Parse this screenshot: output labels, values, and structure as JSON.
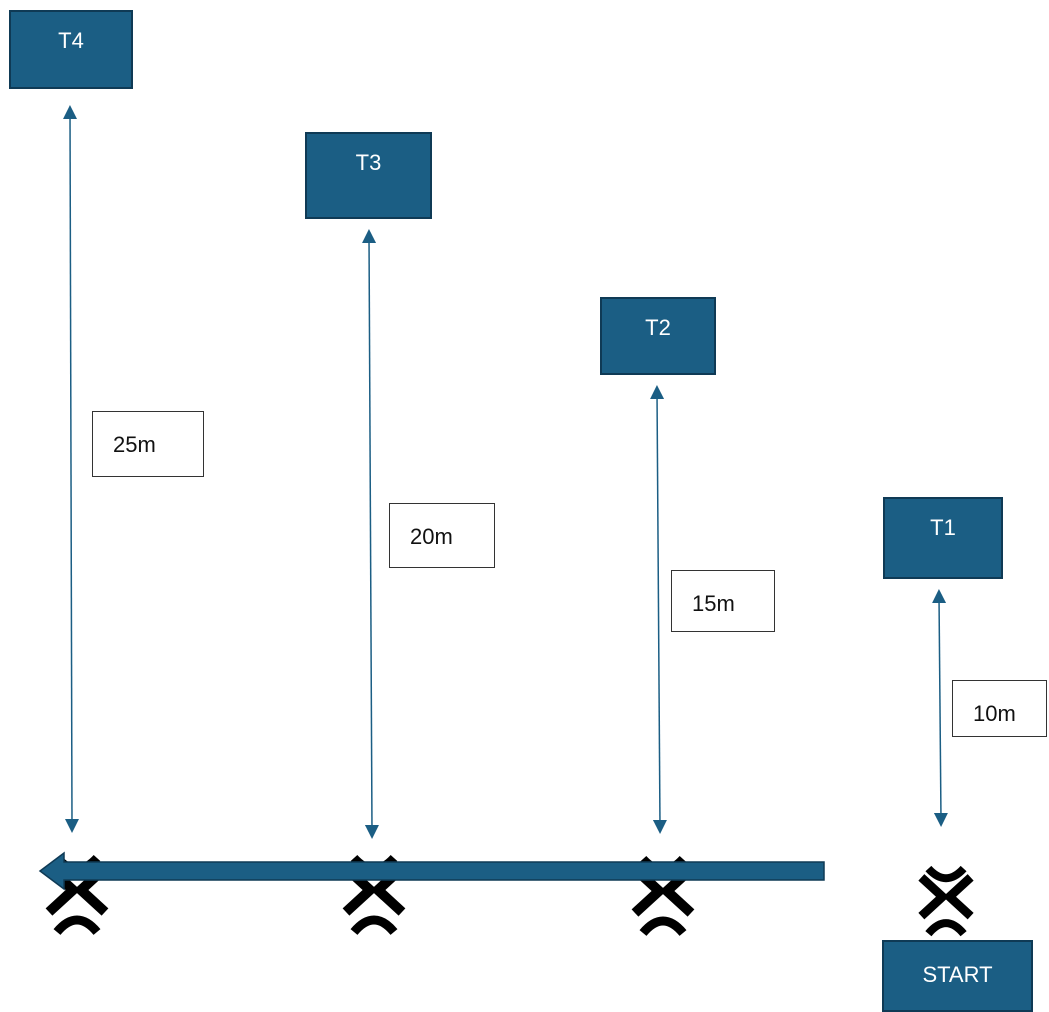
{
  "targets": [
    {
      "label": "T4"
    },
    {
      "label": "T3"
    },
    {
      "label": "T2"
    },
    {
      "label": "T1"
    }
  ],
  "start": {
    "label": "START"
  },
  "distances": [
    {
      "label": "25m"
    },
    {
      "label": "20m"
    },
    {
      "label": "15m"
    },
    {
      "label": "10m"
    }
  ],
  "colors": {
    "box_fill": "#1b5e84",
    "box_border": "#0f3a55",
    "arrow": "#1b5e84",
    "cone_icon": "#000000"
  },
  "icons": {
    "cone": "cone-marker-icon",
    "arrow": "left-arrow-icon"
  }
}
